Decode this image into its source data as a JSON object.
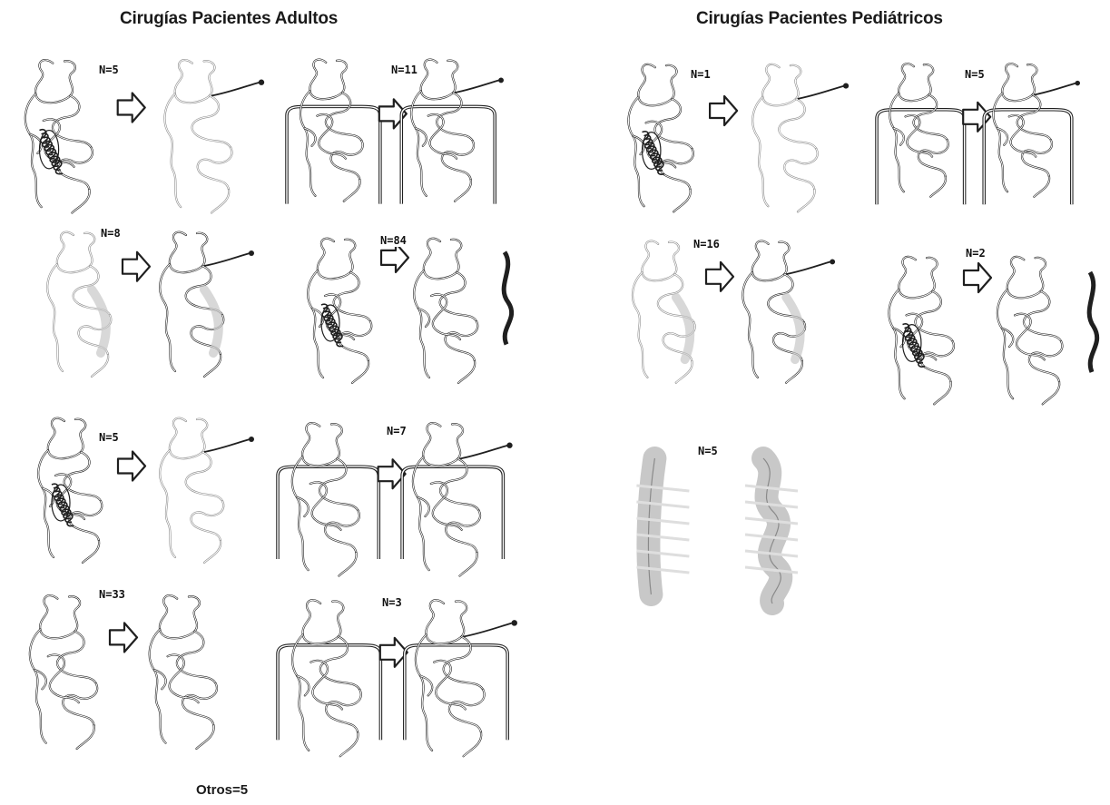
{
  "sections": {
    "adultos": {
      "title": "Cirugías Pacientes Adultos"
    },
    "pediatricos": {
      "title": "Cirugías Pacientes Pediátricos"
    }
  },
  "adult_panels": [
    {
      "n_label": "N=5"
    },
    {
      "n_label": "N=11"
    },
    {
      "n_label": "N=8"
    },
    {
      "n_label": "N=84"
    },
    {
      "n_label": "N=5"
    },
    {
      "n_label": "N=7"
    },
    {
      "n_label": "N=33"
    },
    {
      "n_label": "N=3"
    }
  ],
  "pediatric_panels": [
    {
      "n_label": "N=1"
    },
    {
      "n_label": "N=5"
    },
    {
      "n_label": "N=16"
    },
    {
      "n_label": "N=2"
    },
    {
      "n_label": "N=5"
    }
  ],
  "footer": {
    "otros_label": "Otros=5"
  },
  "colors": {
    "ink": "#1f1f1f",
    "light_ink": "#8a8a8a",
    "shade": "#c8c8c8",
    "background": "#ffffff"
  }
}
